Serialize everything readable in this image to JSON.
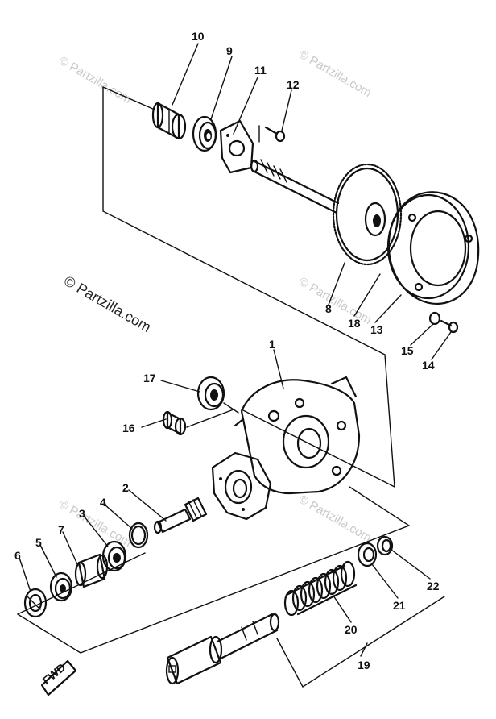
{
  "watermark": {
    "text": "© Partzilla.com"
  },
  "callouts": {
    "p1": "1",
    "p2": "2",
    "p3": "3",
    "p4": "4",
    "p5": "5",
    "p6": "6",
    "p7": "7",
    "p8": "8",
    "p9": "9",
    "p10": "10",
    "p11": "11",
    "p12": "12",
    "p13": "13",
    "p14": "14",
    "p15": "15",
    "p16": "16",
    "p17": "17",
    "p18": "18",
    "p19": "19",
    "p20": "20",
    "p21": "21",
    "p22": "22"
  },
  "front_marker": {
    "text": "FWD"
  }
}
